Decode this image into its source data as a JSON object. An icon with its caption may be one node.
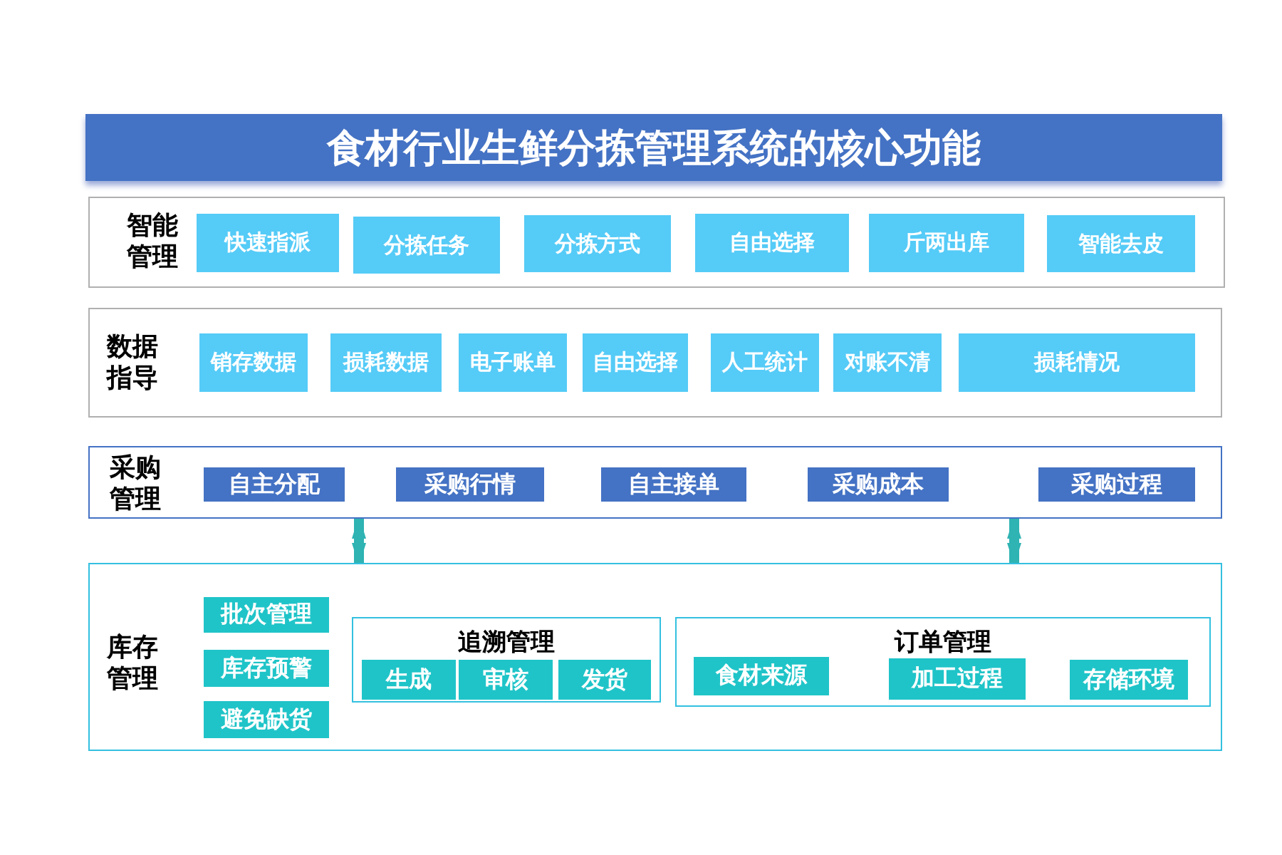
{
  "diagram": {
    "title": "食材行业生鲜分拣管理系统的核心功能",
    "nodes": [
      {
        "text": [
          "智能管理"
        ]
      },
      {
        "text": [
          "快速指派"
        ],
        "in": 0
      },
      {
        "text": [
          "分拣任务"
        ],
        "in": 0
      },
      {
        "text": [
          "分拣方式"
        ],
        "in": 0
      },
      {
        "text": [
          "自由选择"
        ],
        "in": 0
      },
      {
        "text": [
          "斤两出库"
        ],
        "in": 0
      },
      {
        "text": [
          "智能去皮"
        ],
        "in": 0
      },
      {
        "text": [
          "数据指导"
        ]
      },
      {
        "text": [
          "销存数据"
        ],
        "in": 7
      },
      {
        "text": [
          "损耗数据"
        ],
        "in": 7
      },
      {
        "text": [
          "电子账单"
        ],
        "in": 7
      },
      {
        "text": [
          "自由选择"
        ],
        "in": 7
      },
      {
        "text": [
          "人工统计"
        ],
        "in": 7
      },
      {
        "text": [
          "对账不清"
        ],
        "in": 7
      },
      {
        "text": [
          "损耗情况"
        ],
        "in": 7
      },
      {
        "text": [
          "采购管理"
        ]
      },
      {
        "text": [
          "自主分配"
        ],
        "in": 15
      },
      {
        "text": [
          "采购行情"
        ],
        "in": 15
      },
      {
        "text": [
          "自主接单"
        ],
        "in": 15
      },
      {
        "text": [
          "采购成本"
        ],
        "in": 15
      },
      {
        "text": [
          "采购过程"
        ],
        "in": 15
      },
      {
        "text": [
          "库存管理"
        ]
      },
      {
        "text": [
          "批次管理"
        ],
        "in": 21
      },
      {
        "text": [
          "库存预警"
        ],
        "in": 21
      },
      {
        "text": [
          "避免缺货"
        ],
        "in": 21
      },
      {
        "text": [
          "追溯管理"
        ],
        "in": 21
      },
      {
        "text": [
          "生成"
        ],
        "in": 25
      },
      {
        "text": [
          "审核"
        ],
        "in": 25
      },
      {
        "text": [
          "发货"
        ],
        "in": 25
      },
      {
        "text": [
          "订单管理"
        ],
        "in": 21
      },
      {
        "text": [
          "食材来源"
        ],
        "in": 29
      },
      {
        "text": [
          "加工过程"
        ],
        "in": 29
      },
      {
        "text": [
          "存储环境"
        ],
        "in": 29
      }
    ],
    "edges": [
      {
        "from": 15,
        "to": 21,
        "arrow": "both"
      },
      {
        "from": 15,
        "to": 21,
        "arrow": "both"
      }
    ]
  }
}
